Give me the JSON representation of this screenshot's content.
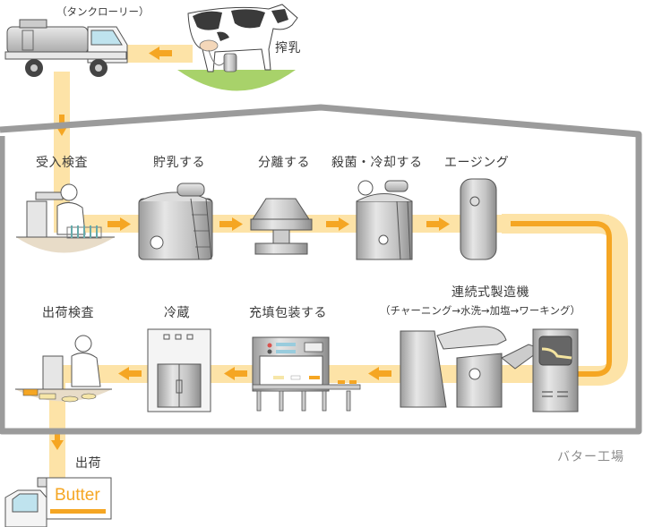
{
  "title": "バター工場",
  "colors": {
    "flow_band": "#fde3a7",
    "flow_arrow": "#f5a623",
    "wall": "#9b9b9b",
    "grass": "#a8d26a",
    "inspection_floor": "#e8dcc8",
    "machine_metal": "#c8c8c8"
  },
  "top": {
    "truck_label": "（タンクローリー）",
    "milking_label": "搾乳"
  },
  "steps_row1": [
    {
      "label": "受入検査"
    },
    {
      "label": "貯乳する"
    },
    {
      "label": "分離する"
    },
    {
      "label": "殺菌・冷却する"
    },
    {
      "label": "エージング"
    }
  ],
  "steps_row2": [
    {
      "label": "出荷検査"
    },
    {
      "label": "冷蔵"
    },
    {
      "label": "充填包装する"
    },
    {
      "label": "連続式製造機",
      "sub": "（チャーニング→水洗→加塩→ワーキング）"
    }
  ],
  "shipping": {
    "label": "出荷",
    "truck_text": "Butter"
  },
  "factory_label": "バター工場"
}
